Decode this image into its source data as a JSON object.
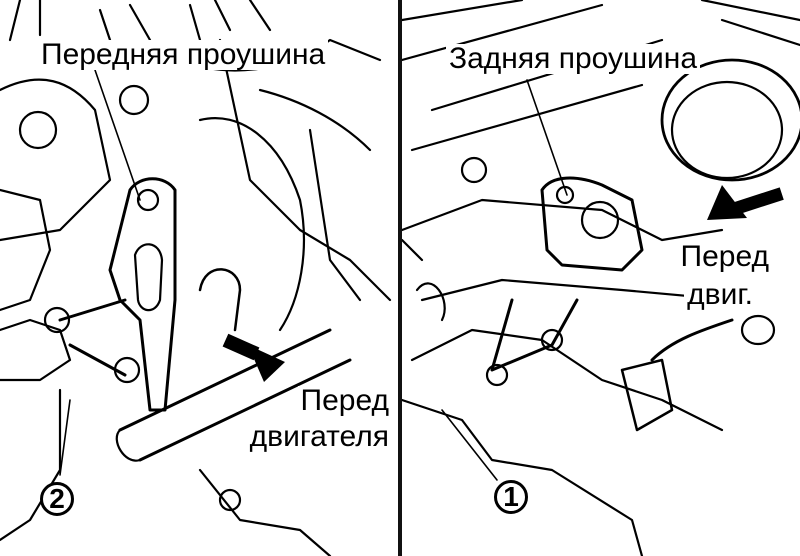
{
  "left": {
    "title": "Передняя проушина",
    "front_line1": "Перед",
    "front_line2": "двигателя",
    "callout": "2"
  },
  "right": {
    "title": "Задняя проушина",
    "front_line1": "Перед",
    "front_line2": "двиг.",
    "callout": "1"
  }
}
